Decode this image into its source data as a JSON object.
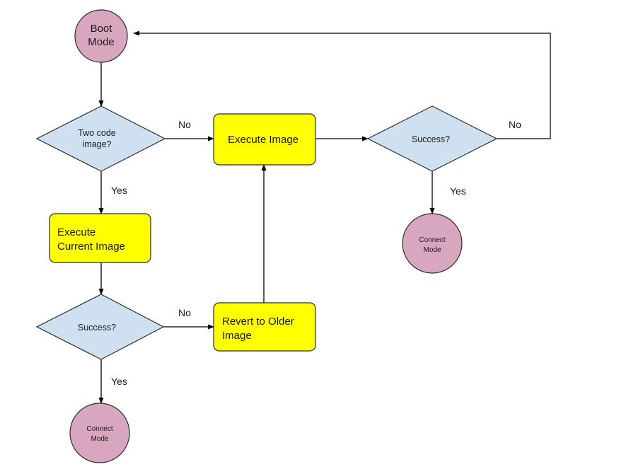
{
  "nodes": {
    "boot_mode": {
      "line1": "Boot",
      "line2": "Mode"
    },
    "two_code_image": {
      "line1": "Two code",
      "line2": "image?"
    },
    "execute_image": {
      "text": "Execute Image"
    },
    "success_right": {
      "text": "Success?"
    },
    "connect_mode_right": {
      "line1": "Connect",
      "line2": "Mode"
    },
    "execute_current_image": {
      "line1": "Execute",
      "line2": "Current Image"
    },
    "success_left": {
      "text": "Success?"
    },
    "revert_to_older_image": {
      "line1": "Revert to Older",
      "line2": "Image"
    },
    "connect_mode_bottom": {
      "line1": "Connect",
      "line2": "Mode"
    }
  },
  "edges": {
    "two_code_no": "No",
    "two_code_yes": "Yes",
    "success_left_no": "No",
    "success_left_yes": "Yes",
    "success_right_no": "No",
    "success_right_yes": "Yes"
  },
  "colors": {
    "terminal": "#d8a6be",
    "decision": "#cfe1f0",
    "process": "#ffff00"
  }
}
